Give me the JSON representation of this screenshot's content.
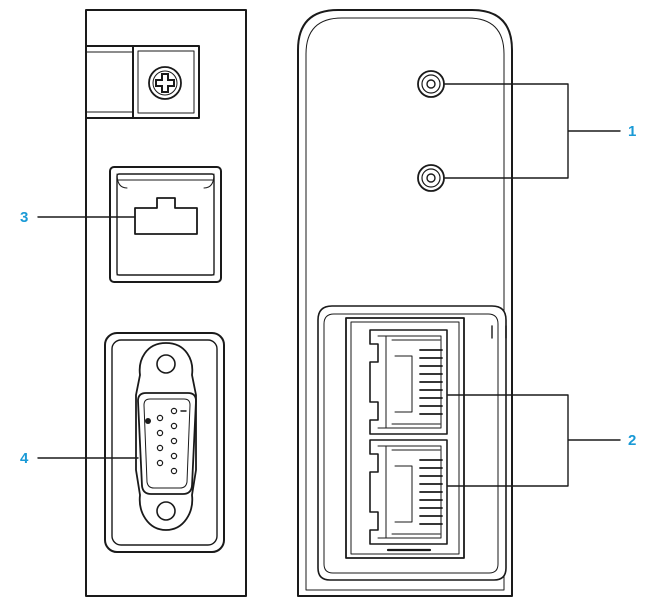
{
  "callouts": [
    {
      "id": "1",
      "label": "1"
    },
    {
      "id": "2",
      "label": "2"
    },
    {
      "id": "3",
      "label": "3"
    },
    {
      "id": "4",
      "label": "4"
    }
  ],
  "colors": {
    "line": "#1a1a1a",
    "callout_text": "#1a9ad6",
    "fill_light": "#ffffff",
    "fill_dark": "#2b2b2b"
  }
}
